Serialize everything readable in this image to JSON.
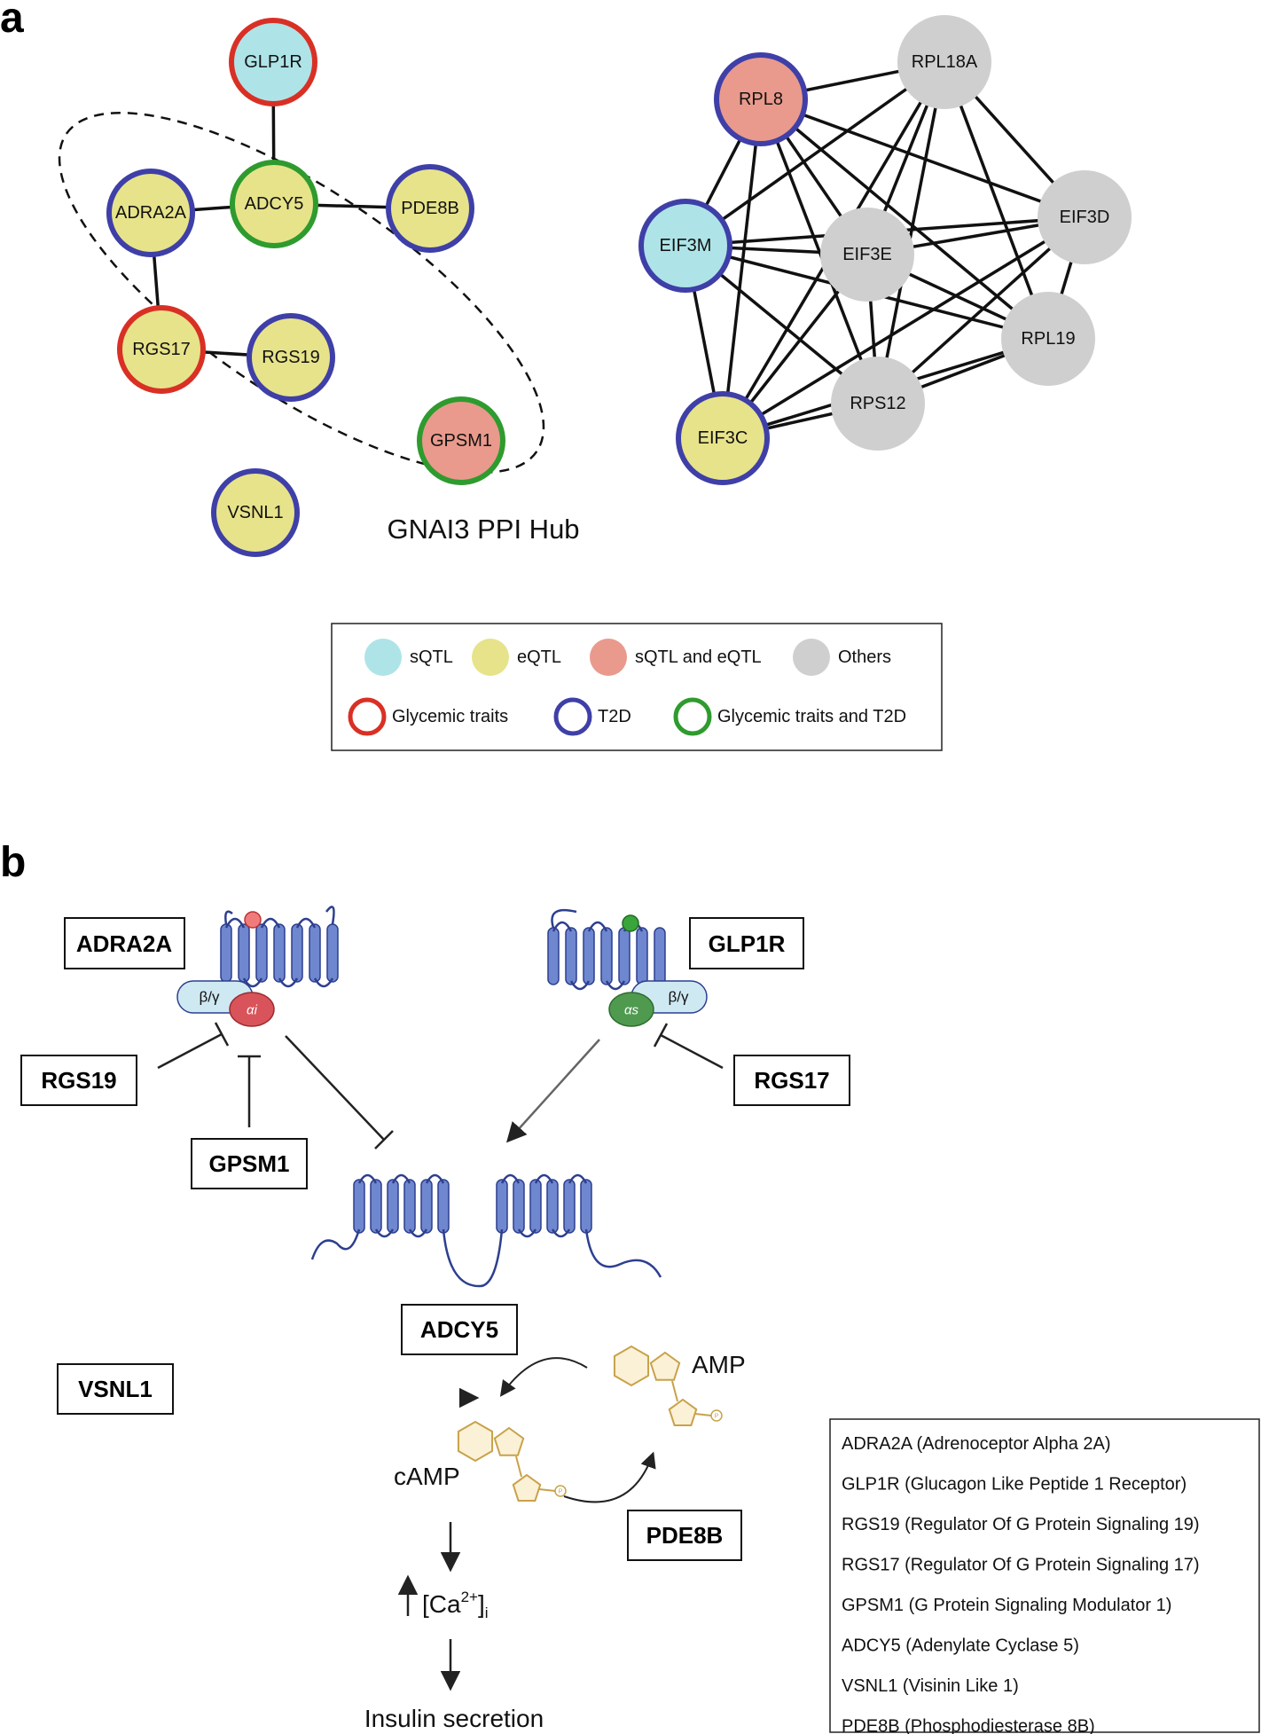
{
  "panels": {
    "a": "a",
    "b": "b"
  },
  "colors": {
    "sqtl_fill": "#aee4e8",
    "eqtl_fill": "#e7e38a",
    "both_fill": "#e99a8c",
    "others_fill": "#cfcfcf",
    "glycemic_ring": "#d93025",
    "t2d_ring": "#3f3fa8",
    "both_ring": "#2e9b2e",
    "membrane_blue": "#6f87cf",
    "membrane_stroke": "#2d3f8f",
    "alpha_i": "#d9535a",
    "alpha_s": "#4f9a4f",
    "beta_gamma": "#cfe9f3",
    "camp_gold": "#c8a24a"
  },
  "network_left": {
    "hub_label": "GNAI3 PPI Hub",
    "nodes": [
      {
        "id": "GLP1R",
        "label": "GLP1R",
        "fill": "sqtl",
        "ring": "glycemic"
      },
      {
        "id": "ADCY5",
        "label": "ADCY5",
        "fill": "eqtl",
        "ring": "both"
      },
      {
        "id": "ADRA2A",
        "label": "ADRA2A",
        "fill": "eqtl",
        "ring": "t2d"
      },
      {
        "id": "PDE8B",
        "label": "PDE8B",
        "fill": "eqtl",
        "ring": "t2d"
      },
      {
        "id": "RGS17",
        "label": "RGS17",
        "fill": "eqtl",
        "ring": "glycemic"
      },
      {
        "id": "RGS19",
        "label": "RGS19",
        "fill": "eqtl",
        "ring": "t2d"
      },
      {
        "id": "GPSM1",
        "label": "GPSM1",
        "fill": "both",
        "ring": "both"
      },
      {
        "id": "VSNL1",
        "label": "VSNL1",
        "fill": "eqtl",
        "ring": "t2d"
      }
    ],
    "edges": [
      [
        "GLP1R",
        "ADCY5"
      ],
      [
        "ADCY5",
        "ADRA2A"
      ],
      [
        "ADCY5",
        "PDE8B"
      ],
      [
        "ADRA2A",
        "RGS17"
      ],
      [
        "RGS17",
        "RGS19"
      ]
    ]
  },
  "network_right": {
    "nodes": [
      {
        "id": "RPL8",
        "label": "RPL8",
        "fill": "both",
        "ring": "t2d"
      },
      {
        "id": "RPL18A",
        "label": "RPL18A",
        "fill": "others",
        "ring": "none"
      },
      {
        "id": "EIF3M",
        "label": "EIF3M",
        "fill": "sqtl",
        "ring": "t2d"
      },
      {
        "id": "EIF3E",
        "label": "EIF3E",
        "fill": "others",
        "ring": "none"
      },
      {
        "id": "EIF3D",
        "label": "EIF3D",
        "fill": "others",
        "ring": "none"
      },
      {
        "id": "RPL19",
        "label": "RPL19",
        "fill": "others",
        "ring": "none"
      },
      {
        "id": "RPS12",
        "label": "RPS12",
        "fill": "others",
        "ring": "none"
      },
      {
        "id": "EIF3C",
        "label": "EIF3C",
        "fill": "eqtl",
        "ring": "t2d"
      }
    ],
    "edges": [
      [
        "RPL8",
        "RPL18A"
      ],
      [
        "RPL8",
        "EIF3M"
      ],
      [
        "RPL8",
        "EIF3E"
      ],
      [
        "RPL8",
        "EIF3D"
      ],
      [
        "RPL8",
        "RPL19"
      ],
      [
        "RPL8",
        "RPS12"
      ],
      [
        "RPL8",
        "EIF3C"
      ],
      [
        "RPL18A",
        "EIF3M"
      ],
      [
        "RPL18A",
        "EIF3E"
      ],
      [
        "RPL18A",
        "EIF3D"
      ],
      [
        "RPL18A",
        "RPL19"
      ],
      [
        "RPL18A",
        "RPS12"
      ],
      [
        "RPL18A",
        "EIF3C"
      ],
      [
        "EIF3M",
        "EIF3E"
      ],
      [
        "EIF3M",
        "EIF3D"
      ],
      [
        "EIF3M",
        "RPL19"
      ],
      [
        "EIF3M",
        "RPS12"
      ],
      [
        "EIF3M",
        "EIF3C"
      ],
      [
        "EIF3E",
        "EIF3D"
      ],
      [
        "EIF3E",
        "RPL19"
      ],
      [
        "EIF3E",
        "RPS12"
      ],
      [
        "EIF3E",
        "EIF3C"
      ],
      [
        "EIF3D",
        "RPL19"
      ],
      [
        "EIF3D",
        "RPS12"
      ],
      [
        "EIF3D",
        "EIF3C"
      ],
      [
        "RPL19",
        "RPS12"
      ],
      [
        "RPL19",
        "EIF3C"
      ],
      [
        "RPS12",
        "EIF3C"
      ]
    ]
  },
  "legend": {
    "fills": [
      {
        "key": "sqtl",
        "label": "sQTL"
      },
      {
        "key": "eqtl",
        "label": "eQTL"
      },
      {
        "key": "both",
        "label": "sQTL and eQTL"
      },
      {
        "key": "others",
        "label": "Others"
      }
    ],
    "rings": [
      {
        "key": "glycemic",
        "label": "Glycemic traits"
      },
      {
        "key": "t2d",
        "label": "T2D"
      },
      {
        "key": "both",
        "label": "Glycemic traits and T2D"
      }
    ]
  },
  "pathway": {
    "adra2a": "ADRA2A",
    "glp1r": "GLP1R",
    "rgs19": "RGS19",
    "rgs17": "RGS17",
    "gpsm1": "GPSM1",
    "adcy5": "ADCY5",
    "vsnl1": "VSNL1",
    "pde8b": "PDE8B",
    "beta_gamma": "β/γ",
    "alpha_i": "αi",
    "alpha_s": "αs",
    "camp": "cAMP",
    "amp": "AMP",
    "ca_prefix": "[Ca",
    "ca_sup": "2+",
    "ca_suffix": "]",
    "ca_sub": "i",
    "insulin": "Insulin secretion",
    "phosphate": "P"
  },
  "abbreviations": [
    "ADRA2A (Adrenoceptor Alpha 2A)",
    "GLP1R (Glucagon Like Peptide 1 Receptor)",
    "RGS19 (Regulator Of G Protein Signaling 19)",
    "RGS17 (Regulator Of G Protein Signaling 17)",
    "GPSM1 (G Protein Signaling Modulator 1)",
    "ADCY5 (Adenylate Cyclase 5)",
    "VSNL1 (Visinin Like 1)",
    "PDE8B (Phosphodiesterase 8B)"
  ]
}
